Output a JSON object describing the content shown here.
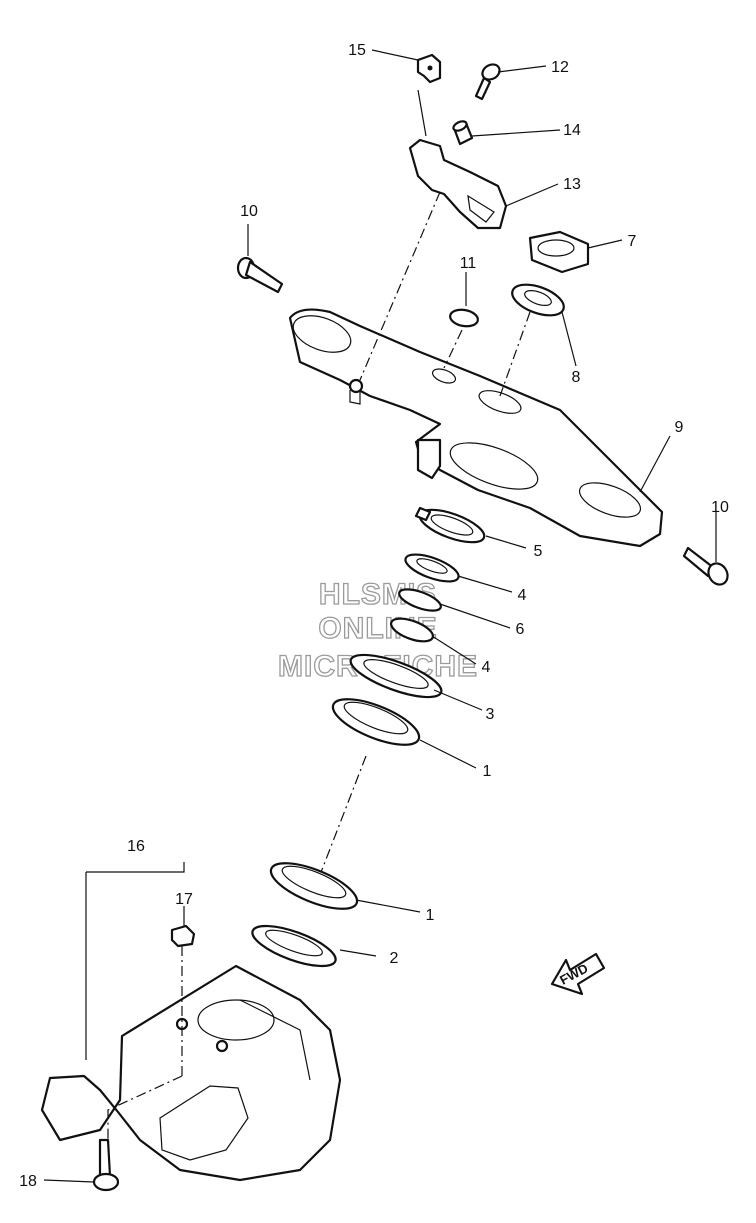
{
  "watermark": [
    "HLSM'S",
    "ONLINE",
    "MICROFICHE"
  ],
  "fwd_label": "FWD",
  "callouts": [
    "15",
    "12",
    "14",
    "13",
    "10",
    "7",
    "11",
    "8",
    "9",
    "10",
    "5",
    "4",
    "6",
    "4",
    "3",
    "1",
    "16",
    "17",
    "1",
    "2",
    "18"
  ]
}
